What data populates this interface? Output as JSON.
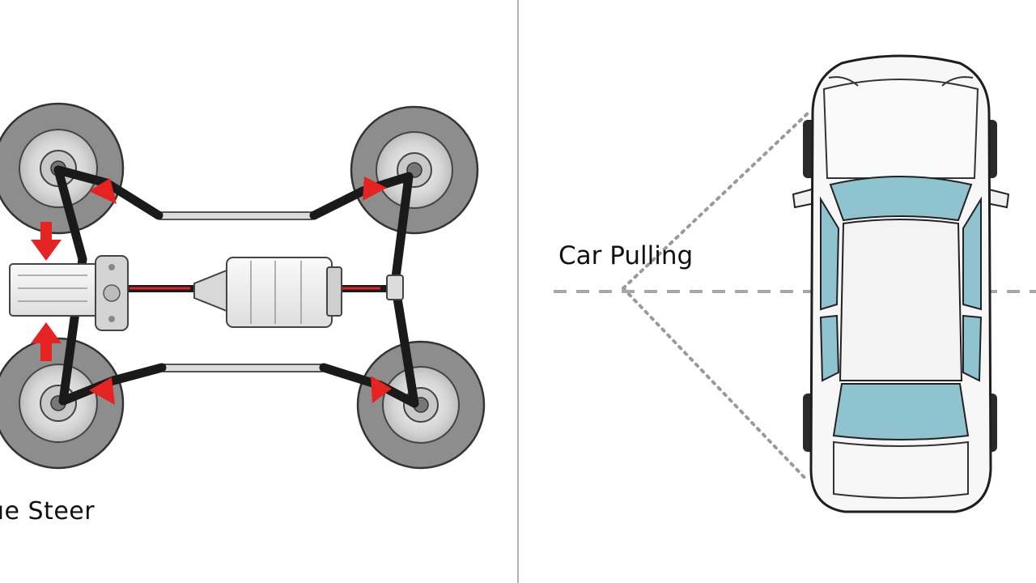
{
  "left_panel": {
    "label": "ue Steer",
    "components": [
      "front-left-wheel",
      "front-right-wheel",
      "rear-left-wheel",
      "rear-right-wheel",
      "differential",
      "transmission",
      "drive-shaft",
      "tie-rods",
      "steering-arms"
    ],
    "force_arrow_color": "#e52421"
  },
  "right_panel": {
    "label": "Car Pulling",
    "window_color": "#8fc3cf",
    "body_color": "#f5f5f5"
  },
  "divider_color": "#b0b0b0"
}
